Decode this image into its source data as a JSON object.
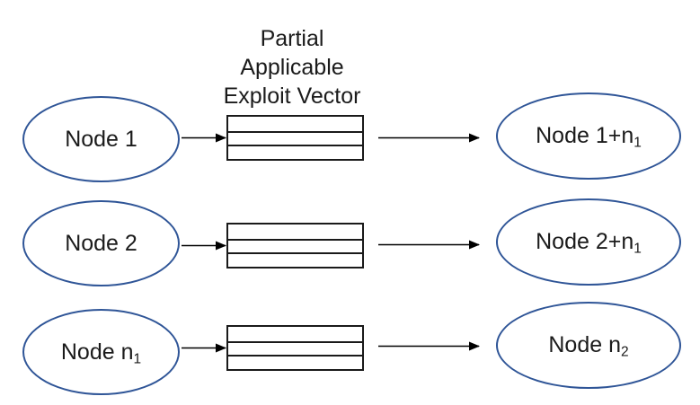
{
  "title": {
    "line1": "Partial",
    "line2": "Applicable",
    "line3": "Exploit Vector"
  },
  "colors": {
    "node_outline": "#2F5597",
    "block_border": "#1A1A1A",
    "connector": "#000000",
    "background": "#FFFFFF",
    "text": "#1B1B1B"
  },
  "diagram": {
    "vector_block_rows": 3,
    "rows": [
      {
        "source": {
          "text": "Node 1",
          "sub": ""
        },
        "target": {
          "text": "Node 1+n",
          "sub": "1"
        }
      },
      {
        "source": {
          "text": "Node 2",
          "sub": ""
        },
        "target": {
          "text": "Node 2+n",
          "sub": "1"
        }
      },
      {
        "source": {
          "text": "Node n",
          "sub": "1"
        },
        "target": {
          "text": "Node n",
          "sub": "2"
        }
      }
    ]
  }
}
